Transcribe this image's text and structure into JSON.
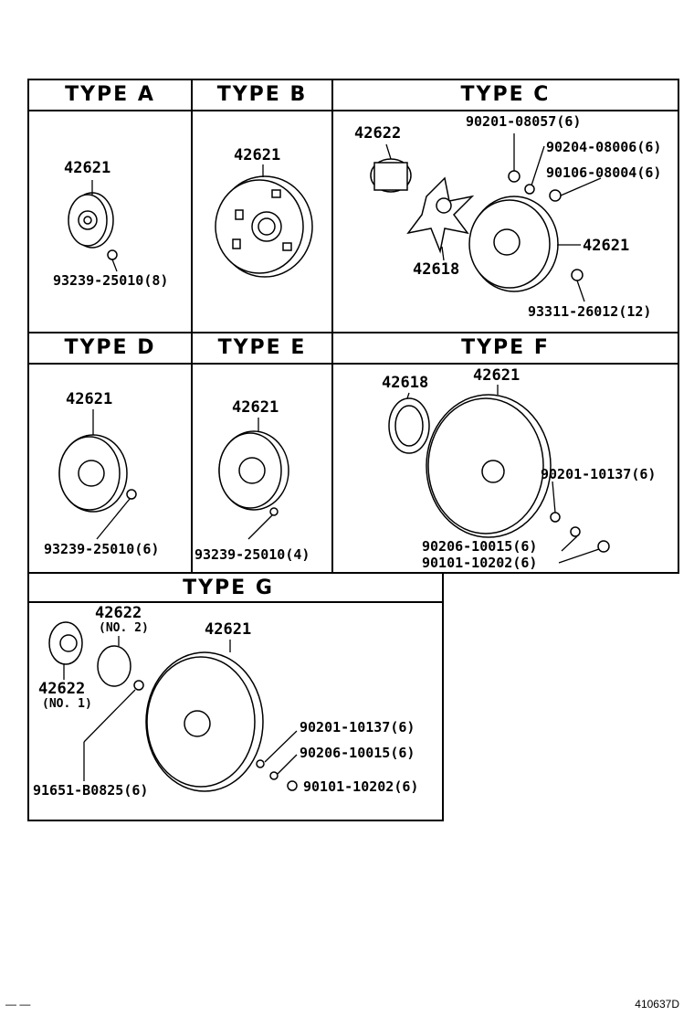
{
  "type_a": {
    "title": "TYPE A",
    "part": "42621",
    "bolt": "93239-25010(8)"
  },
  "type_b": {
    "title": "TYPE B",
    "part": "42621"
  },
  "type_c": {
    "title": "TYPE C",
    "cap": "42622",
    "ring": "42618",
    "wheel": "42621",
    "nut1": "90201-08057(6)",
    "nut2": "90204-08006(6)",
    "nut3": "90106-08004(6)",
    "bolt": "93311-26012(12)"
  },
  "type_d": {
    "title": "TYPE D",
    "part": "42621",
    "bolt": "93239-25010(6)"
  },
  "type_e": {
    "title": "TYPE E",
    "part": "42621",
    "bolt": "93239-25010(4)"
  },
  "type_f": {
    "title": "TYPE F",
    "ring": "42618",
    "wheel": "42621",
    "nut1": "90201-10137(6)",
    "nut2": "90206-10015(6)",
    "bolt": "90101-10202(6)"
  },
  "type_g": {
    "title": "TYPE G",
    "cap2": "42622",
    "cap2_no": "(NO. 2)",
    "cap1": "42622",
    "cap1_no": "(NO. 1)",
    "wheel": "42621",
    "clip": "91651-B0825(6)",
    "nut1": "90201-10137(6)",
    "nut2": "90206-10015(6)",
    "bolt": "90101-10202(6)"
  },
  "footer": {
    "code": "410637D",
    "mark": "— —"
  }
}
